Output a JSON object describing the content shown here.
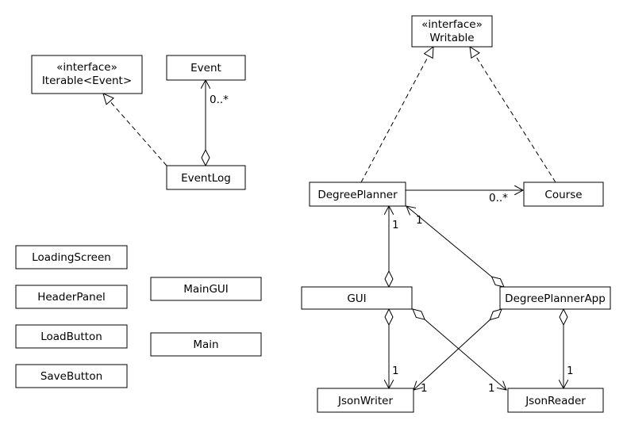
{
  "classes": {
    "writable": {
      "stereotype": "«interface»",
      "name": "Writable"
    },
    "iterable": {
      "stereotype": "«interface»",
      "name": "Iterable<Event>"
    },
    "event": {
      "name": "Event"
    },
    "eventlog": {
      "name": "EventLog"
    },
    "degreeplanner": {
      "name": "DegreePlanner"
    },
    "course": {
      "name": "Course"
    },
    "loadingscreen": {
      "name": "LoadingScreen"
    },
    "headerpanel": {
      "name": "HeaderPanel"
    },
    "loadbutton": {
      "name": "LoadButton"
    },
    "savebutton": {
      "name": "SaveButton"
    },
    "maingui": {
      "name": "MainGUI"
    },
    "main": {
      "name": "Main"
    },
    "gui": {
      "name": "GUI"
    },
    "degreeplannerapp": {
      "name": "DegreePlannerApp"
    },
    "jsonwriter": {
      "name": "JsonWriter"
    },
    "jsonreader": {
      "name": "JsonReader"
    }
  },
  "multiplicities": {
    "eventlog_event": "0..*",
    "degreeplanner_course": "0..*",
    "gui_degreeplanner": "1",
    "app_degreeplanner": "1",
    "gui_jsonwriter": "1",
    "app_jsonreader": "1",
    "app_jsonwriter": "1",
    "gui_jsonreader": "1"
  }
}
